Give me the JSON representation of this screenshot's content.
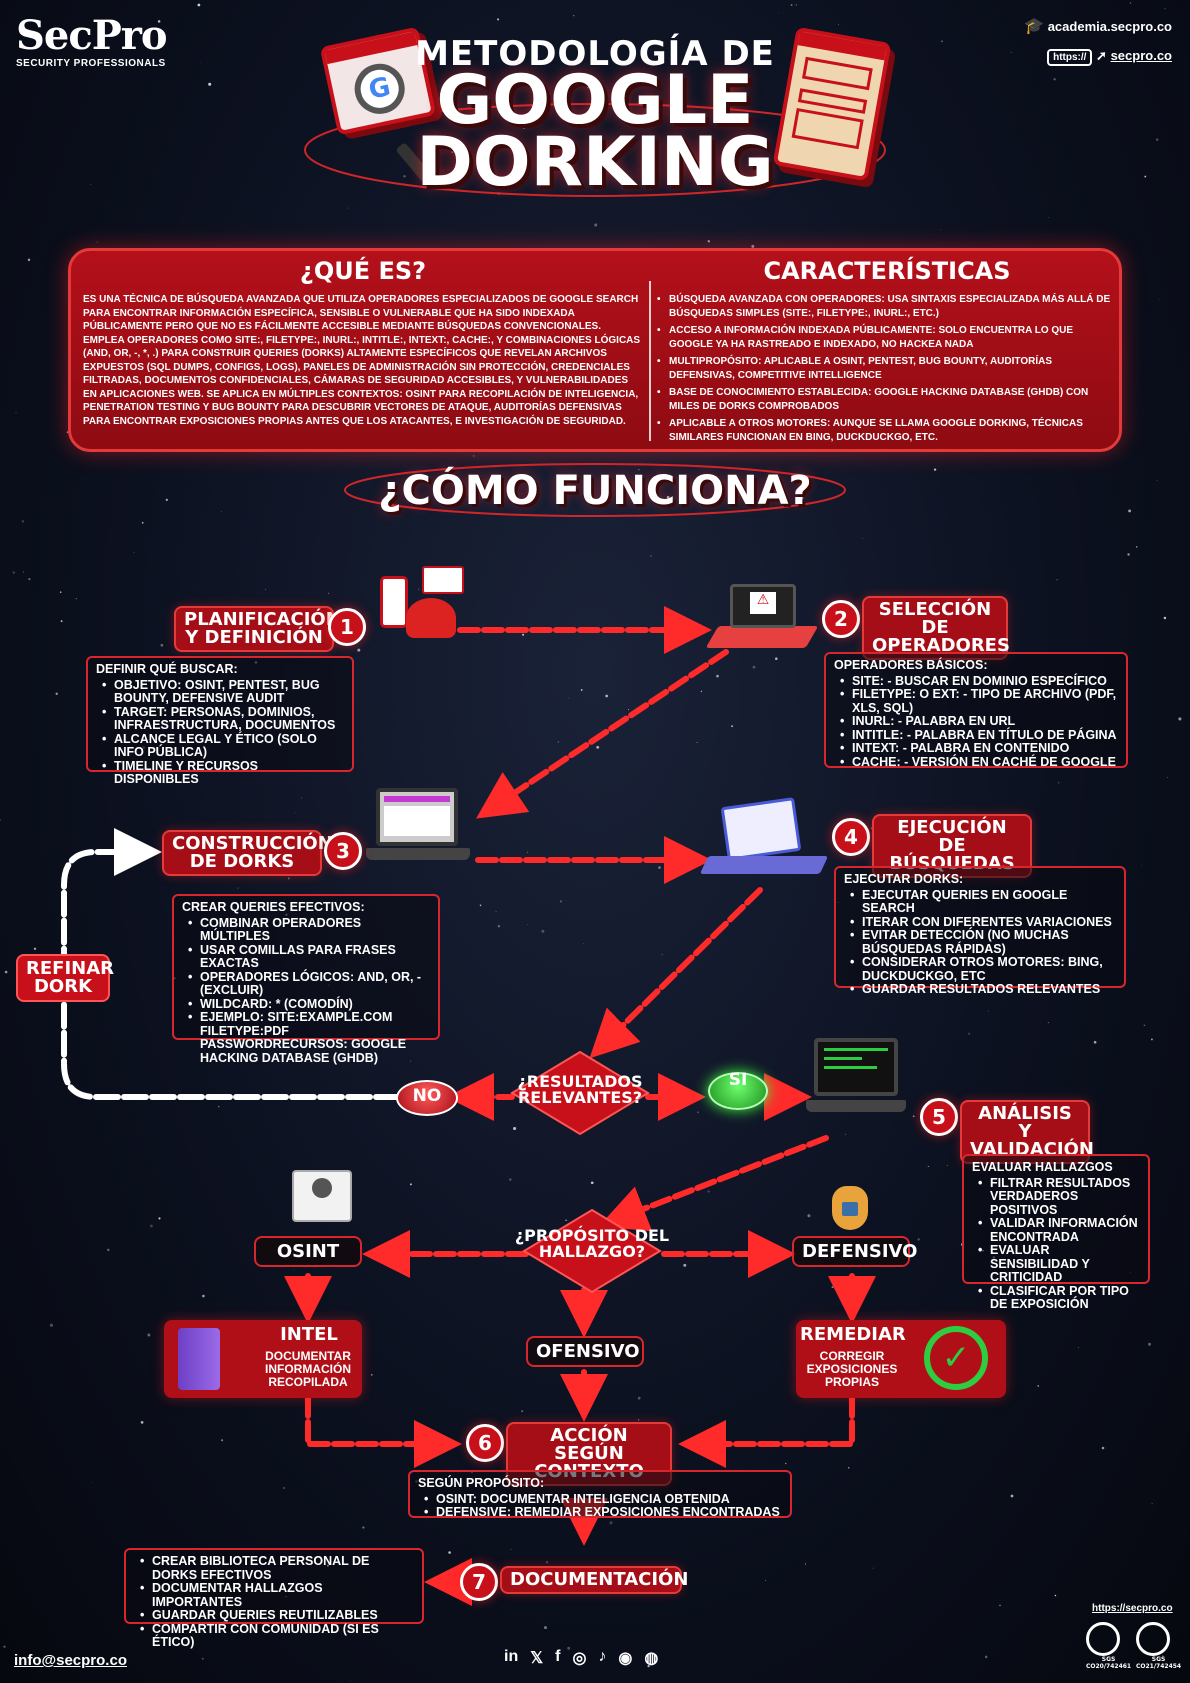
{
  "header": {
    "logo": "SecPro",
    "logo_sub": "SECURITY PROFESSIONALS",
    "link_academia": "academia.secpro.co",
    "link_https": "https://",
    "link_site": "secpro.co",
    "title_line1": "METODOLOGÍA DE",
    "title_line2": "GOOGLE",
    "title_line3": "DORKING"
  },
  "que_es": {
    "heading": "¿QUÉ ES?",
    "text": "ES UNA TÉCNICA DE BÚSQUEDA AVANZADA QUE UTILIZA OPERADORES ESPECIALIZADOS DE GOOGLE SEARCH PARA ENCONTRAR INFORMACIÓN ESPECÍFICA, SENSIBLE O VULNERABLE QUE HA SIDO INDEXADA PÚBLICAMENTE PERO QUE NO ES FÁCILMENTE ACCESIBLE MEDIANTE BÚSQUEDAS CONVENCIONALES. EMPLEA OPERADORES COMO SITE:, FILETYPE:, INURL:, INTITLE:, INTEXT:, CACHE:, Y COMBINACIONES LÓGICAS (AND, OR, -, *, .) PARA CONSTRUIR QUERIES (DORKS) ALTAMENTE ESPECÍFICOS QUE REVELAN ARCHIVOS EXPUESTOS (SQL DUMPS, CONFIGS, LOGS), PANELES DE ADMINISTRACIÓN SIN PROTECCIÓN, CREDENCIALES FILTRADAS, DOCUMENTOS CONFIDENCIALES, CÁMARAS DE SEGURIDAD ACCESIBLES, Y VULNERABILIDADES EN APLICACIONES WEB. SE APLICA EN MÚLTIPLES CONTEXTOS: OSINT PARA RECOPILACIÓN DE INTELIGENCIA, PENETRATION TESTING Y BUG BOUNTY PARA DESCUBRIR VECTORES DE ATAQUE, AUDITORÍAS DEFENSIVAS PARA ENCONTRAR EXPOSICIONES PROPIAS ANTES QUE LOS ATACANTES, E INVESTIGACIÓN DE SEGURIDAD."
  },
  "caracteristicas": {
    "heading": "CARACTERÍSTICAS",
    "items": [
      "BÚSQUEDA AVANZADA CON OPERADORES: USA SINTAXIS ESPECIALIZADA MÁS ALLÁ DE BÚSQUEDAS SIMPLES (SITE:, FILETYPE:, INURL:, ETC.)",
      "ACCESO A INFORMACIÓN INDEXADA PÚBLICAMENTE: SOLO ENCUENTRA LO QUE GOOGLE YA HA RASTREADO E INDEXADO, NO HACKEA NADA",
      "MULTIPROPÓSITO: APLICABLE A OSINT, PENTEST, BUG BOUNTY, AUDITORÍAS DEFENSIVAS, COMPETITIVE INTELLIGENCE",
      "BASE DE CONOCIMIENTO ESTABLECIDA: GOOGLE HACKING DATABASE (GHDB) CON MILES DE DORKS COMPROBADOS",
      "APLICABLE A OTROS MOTORES: AUNQUE SE LLAMA GOOGLE DORKING, TÉCNICAS SIMILARES FUNCIONAN EN BING, DUCKDUCKGO, ETC."
    ]
  },
  "como_funciona": "¿CÓMO FUNCIONA?",
  "steps": {
    "s1": {
      "num": "1",
      "label": "PLANIFICACIÓN Y DEFINICIÓN",
      "box_title": "DEFINIR QUÉ BUSCAR:",
      "items": [
        "OBJETIVO: OSINT, PENTEST, BUG BOUNTY, DEFENSIVE AUDIT",
        "TARGET: PERSONAS, DOMINIOS, INFRAESTRUCTURA, DOCUMENTOS",
        "ALCANCE LEGAL Y ÉTICO (SOLO INFO PÚBLICA)",
        "TIMELINE Y RECURSOS DISPONIBLES"
      ]
    },
    "s2": {
      "num": "2",
      "label": "SELECCIÓN DE OPERADORES",
      "box_title": "OPERADORES BÁSICOS:",
      "items": [
        "SITE: - BUSCAR EN DOMINIO ESPECÍFICO",
        "FILETYPE: O EXT: - TIPO DE ARCHIVO (PDF, XLS, SQL)",
        "INURL: - PALABRA EN URL",
        "INTITLE: - PALABRA EN TÍTULO DE PÁGINA",
        "INTEXT: - PALABRA EN CONTENIDO",
        "CACHE: - VERSIÓN EN CACHÉ DE GOOGLE"
      ]
    },
    "s3": {
      "num": "3",
      "label": "CONSTRUCCIÓN DE DORKS",
      "box_title": "CREAR QUERIES EFECTIVOS:",
      "items": [
        "COMBINAR OPERADORES MÚLTIPLES",
        "USAR COMILLAS PARA FRASES EXACTAS",
        "OPERADORES LÓGICOS: AND, OR, - (EXCLUIR)",
        "WILDCARD: * (COMODÍN)",
        "EJEMPLO: SITE:EXAMPLE.COM FILETYPE:PDF PASSWORDRECURSOS: GOOGLE HACKING DATABASE (GHDB)"
      ]
    },
    "s4": {
      "num": "4",
      "label": "EJECUCIÓN DE BÚSQUEDAS",
      "box_title": "EJECUTAR DORKS:",
      "items": [
        "EJECUTAR QUERIES EN GOOGLE SEARCH",
        "ITERAR CON DIFERENTES VARIACIONES",
        "EVITAR DETECCIÓN (NO MUCHAS BÚSQUEDAS RÁPIDAS)",
        "CONSIDERAR OTROS MOTORES: BING, DUCKDUCKGO, ETC",
        "GUARDAR RESULTADOS RELEVANTES"
      ]
    },
    "s5": {
      "num": "5",
      "label": "ANÁLISIS Y VALIDACIÓN",
      "box_title": "EVALUAR HALLAZGOS",
      "items": [
        "FILTRAR RESULTADOS VERDADEROS POSITIVOS",
        "VALIDAR INFORMACIÓN ENCONTRADA",
        "EVALUAR SENSIBILIDAD Y CRITICIDAD",
        "CLASIFICAR POR TIPO DE EXPOSICIÓN"
      ]
    },
    "s6": {
      "num": "6",
      "label": "ACCIÓN SEGÚN CONTEXTO",
      "box_title": "SEGÚN PROPÓSITO:",
      "items": [
        "OSINT: DOCUMENTAR INTELIGENCIA OBTENIDA",
        "DEFENSIVE: REMEDIAR EXPOSICIONES ENCONTRADAS"
      ]
    },
    "s7": {
      "num": "7",
      "label": "DOCUMENTACIÓN",
      "items": [
        "CREAR BIBLIOTECA PERSONAL DE DORKS EFECTIVOS",
        "DOCUMENTAR HALLAZGOS IMPORTANTES",
        "GUARDAR QUERIES REUTILIZABLES",
        "COMPARTIR CON COMUNIDAD (SI ES ÉTICO)"
      ]
    }
  },
  "flow": {
    "refinar": "REFINAR DORK",
    "resultados_q": "¿RESULTADOS RELEVANTES?",
    "no": "NO",
    "si": "SI",
    "proposito_q": "¿PROPÓSITO DEL HALLAZGO?",
    "osint": "OSINT",
    "defensivo": "DEFENSIVO",
    "ofensivo": "OFENSIVO",
    "intel_title": "INTEL",
    "intel_sub": "DOCUMENTAR INFORMACIÓN RECOPILADA",
    "remediar_title": "REMEDIAR",
    "remediar_sub": "CORREGIR EXPOSICIONES PROPIAS"
  },
  "footer": {
    "email": "info@secpro.co",
    "url": "https://secpro.co",
    "cert1_a": "SGS",
    "cert1_b": "CO20/742461",
    "cert2_a": "SGS",
    "cert2_b": "CO21/742454",
    "social": [
      "in",
      "𝕏",
      "f",
      "◎",
      "♪",
      "◉",
      "◍"
    ]
  },
  "colors": {
    "accent": "#c8101a",
    "border": "#e43a3a",
    "bg": "#0c1120",
    "success": "#2ecc40"
  }
}
